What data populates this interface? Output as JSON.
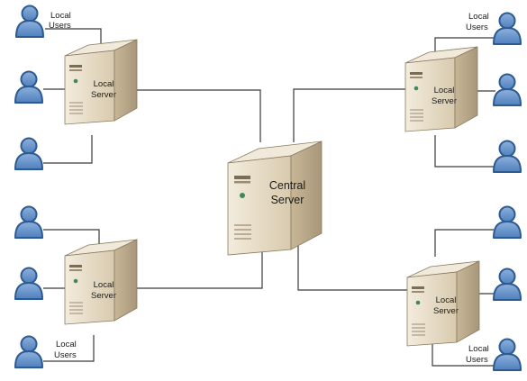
{
  "central": {
    "label_line1": "Central",
    "label_line2": "Server"
  },
  "local_server": {
    "label_line1": "Local",
    "label_line2": "Server"
  },
  "users_label": {
    "line1": "Local",
    "line2": "Users"
  },
  "colors": {
    "user_fill": "#6b96c9",
    "user_stroke": "#2e5a92",
    "server_front": "#e4d9c4",
    "server_side": "#b9a98b",
    "server_top": "#f1eadb",
    "line": "#3a3a3a"
  }
}
